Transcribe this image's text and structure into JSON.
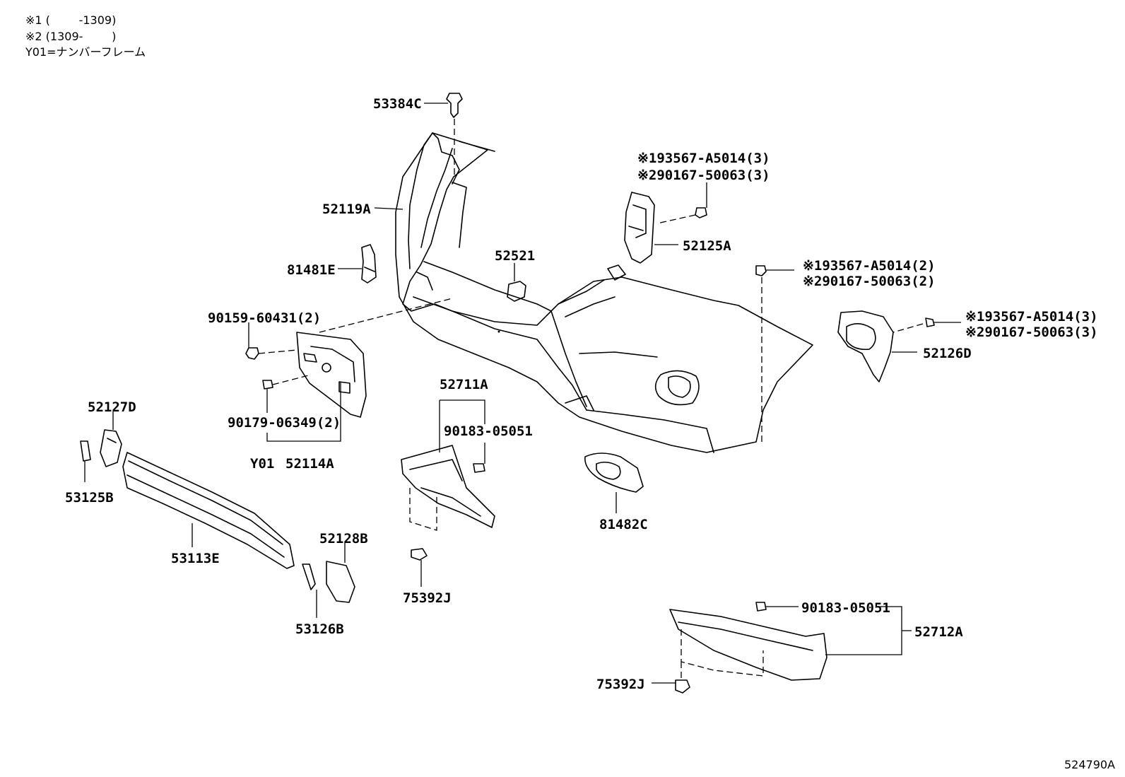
{
  "legend": {
    "note1": "※1 (        -1309)",
    "note2": "※2 (1309-        )",
    "note3": "Y01=ナンバーフレーム"
  },
  "diagram_id": "524790A",
  "parts": {
    "p53384C": "53384C",
    "p52119A": "52119A",
    "p81481E": "81481E",
    "p52521": "52521",
    "p52125A": "52125A",
    "p52125A_n1": "※193567-A5014(3)",
    "p52125A_n2": "※290167-50063(3)",
    "p52126D_n1": "※193567-A5014(2)",
    "p52126D_n2": "※290167-50063(2)",
    "p52126D_n3": "※193567-A5014(3)",
    "p52126D_n4": "※290167-50063(3)",
    "p52126D": "52126D",
    "p90159": "90159-60431(2)",
    "p90179": "90179-06349(2)",
    "pY01": "Y01",
    "p52114A": "52114A",
    "p52127D": "52127D",
    "p53125B": "53125B",
    "p53113E": "53113E",
    "p52128B": "52128B",
    "p53126B": "53126B",
    "p52711A": "52711A",
    "p90183a": "90183-05051",
    "p75392Ja": "75392J",
    "p81482C": "81482C",
    "p90183b": "90183-05051",
    "p52712A": "52712A",
    "p75392Jb": "75392J"
  }
}
